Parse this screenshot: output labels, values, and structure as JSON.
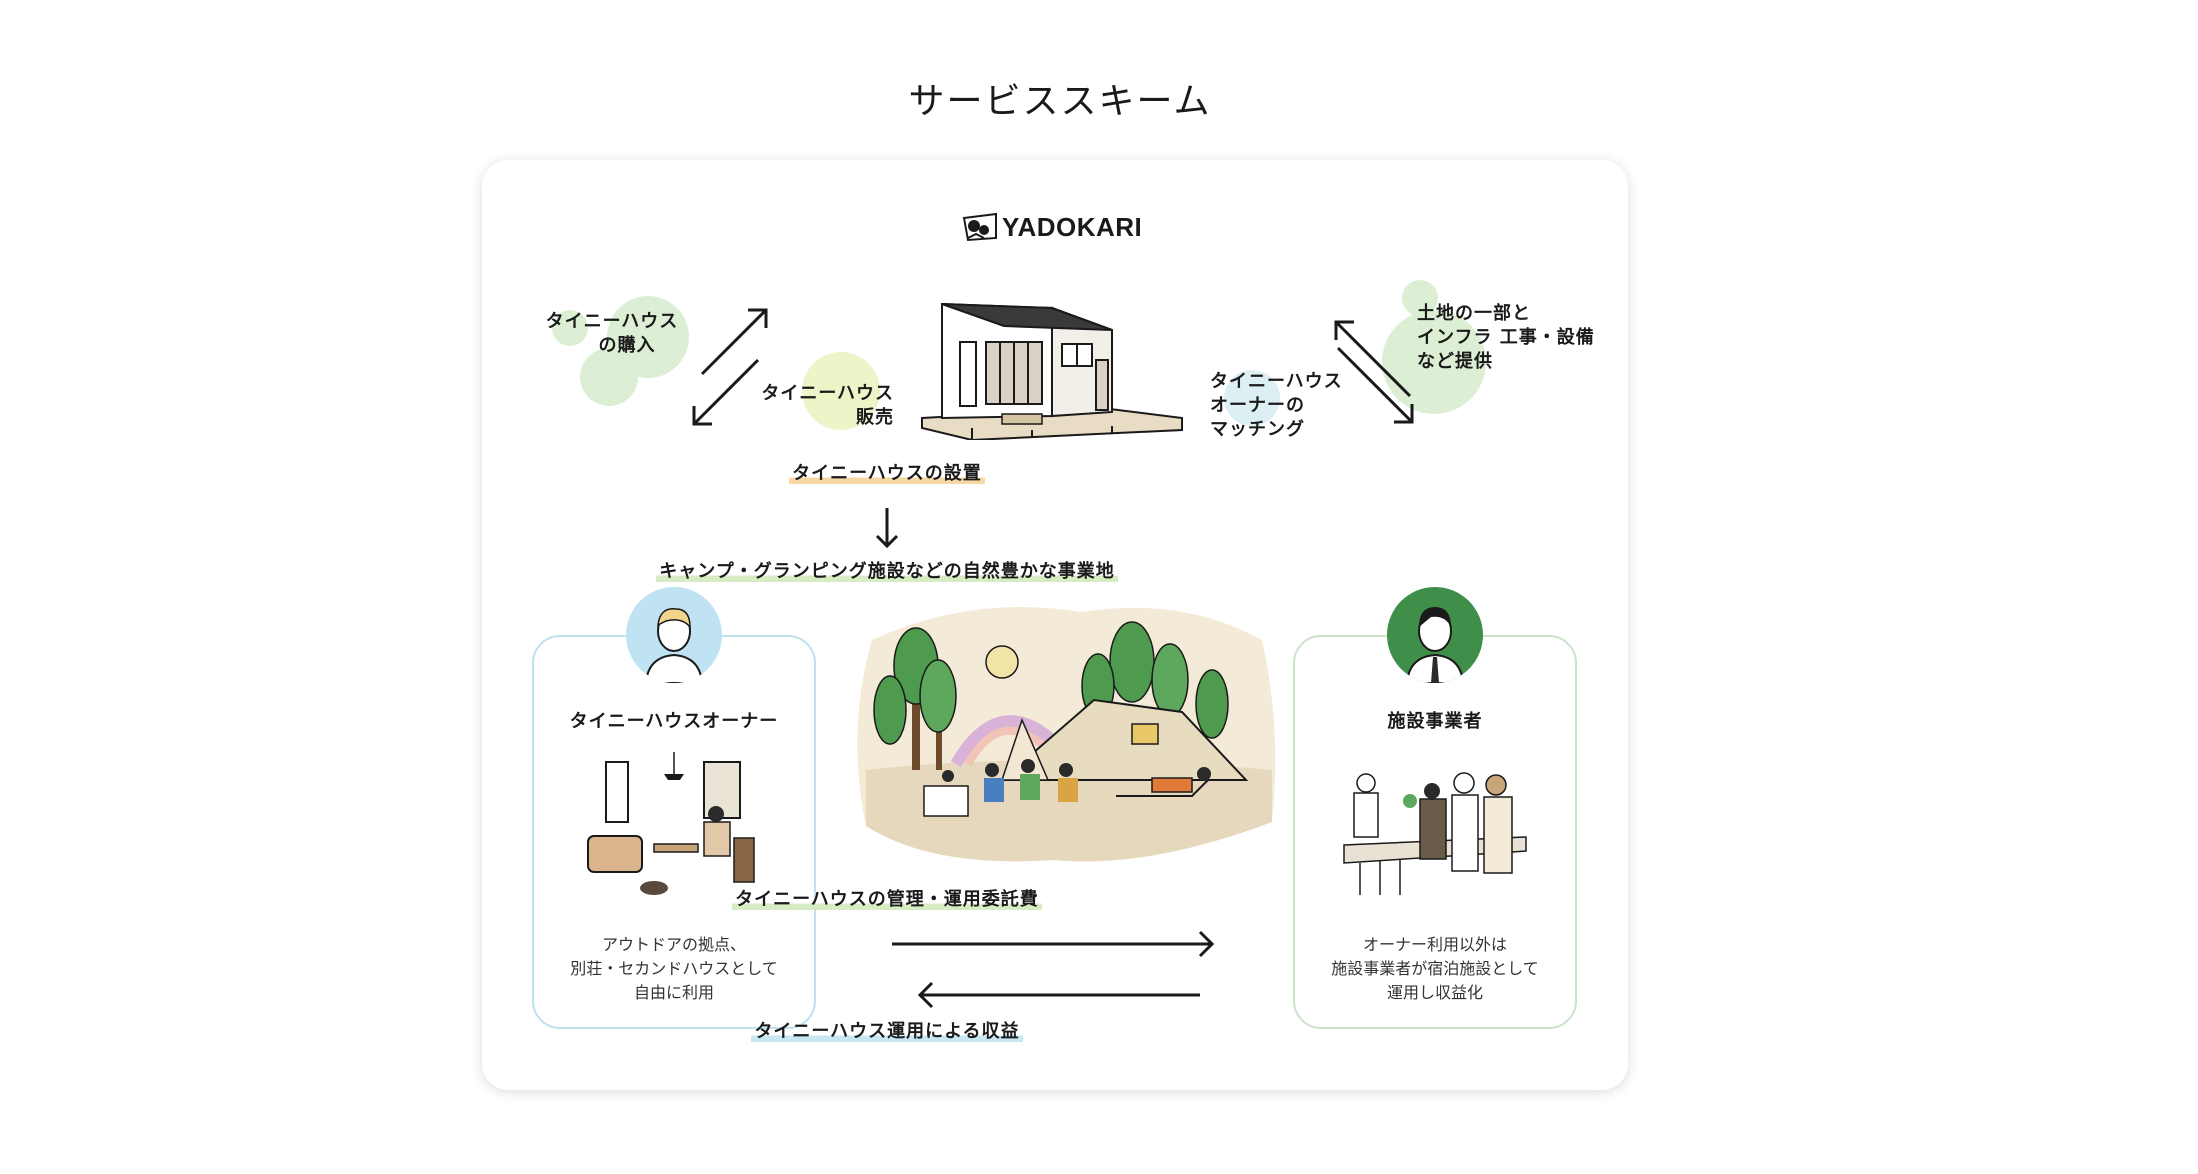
{
  "page_title": "サービススキーム",
  "logo": {
    "text": "YADOKARI"
  },
  "left_label": {
    "line1": "タイニーハウス",
    "line2": "の購入"
  },
  "sale_label": {
    "line1": "タイニーハウス",
    "line2": "販売"
  },
  "matching_label": {
    "line1": "タイニーハウス",
    "line2": "オーナーの",
    "line3": "マッチング"
  },
  "right_label": {
    "line1": "土地の一部と",
    "line2": "インフラ 工事・設備",
    "line3": "など提供"
  },
  "installation_label": "タイニーハウスの設置",
  "site_label": "キャンプ・グランピング施設などの自然豊かな事業地",
  "owner": {
    "title": "タイニーハウスオーナー",
    "desc": [
      "アウトドアの拠点、",
      "別荘・セカンドハウスとして",
      "自由に利用"
    ]
  },
  "operator": {
    "title": "施設事業者",
    "desc": [
      "オーナー利用以外は",
      "施設事業者が宿泊施設として",
      "運用し収益化"
    ]
  },
  "fee_label": "タイニーハウスの管理・運用委託費",
  "revenue_label": "タイニーハウス運用による収益",
  "colors": {
    "blob_green": "#dcefd4",
    "blob_yellow": "#eef3c8",
    "blob_blue": "#dceff3",
    "owner_border": "#bde2ef",
    "operator_border": "#c9e4c9",
    "operator_avatar": "#3f8f4b",
    "owner_avatar": "#bfe3f3"
  }
}
